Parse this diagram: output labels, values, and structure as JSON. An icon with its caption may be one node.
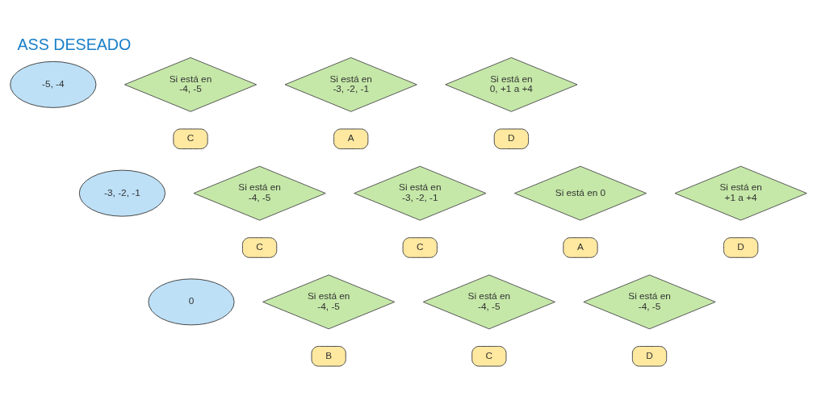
{
  "diagram": {
    "title": "ASS DESEADO",
    "nodes": [
      {
        "text": [
          "-5, -4"
        ]
      },
      {
        "text": [
          "Si está en -4, -5"
        ]
      },
      {
        "text": [
          "Si está en -3, -2, -1"
        ]
      },
      {
        "text": [
          "Si está en 0, +1 a +4"
        ]
      },
      {
        "text": [
          "C"
        ]
      },
      {
        "text": [
          "A"
        ]
      },
      {
        "text": [
          "D"
        ]
      },
      {
        "text": [
          "-3, -2, -1"
        ]
      },
      {
        "text": [
          "Si está en -4, -5"
        ]
      },
      {
        "text": [
          "Si está en -3, -2, -1"
        ]
      },
      {
        "text": [
          "Si está en 0"
        ]
      },
      {
        "text": [
          "Si está en +1 a +4"
        ]
      },
      {
        "text": [
          "C"
        ]
      },
      {
        "text": [
          "C"
        ]
      },
      {
        "text": [
          "A"
        ]
      },
      {
        "text": [
          "D"
        ]
      },
      {
        "text": [
          "0"
        ]
      },
      {
        "text": [
          "Si está en -4, -5"
        ]
      },
      {
        "text": [
          "Si está en -4, -5"
        ]
      },
      {
        "text": [
          "Si está en -4, -5"
        ]
      },
      {
        "text": [
          "B"
        ]
      },
      {
        "text": [
          "C"
        ]
      },
      {
        "text": [
          "D"
        ]
      }
    ],
    "edges": []
  }
}
